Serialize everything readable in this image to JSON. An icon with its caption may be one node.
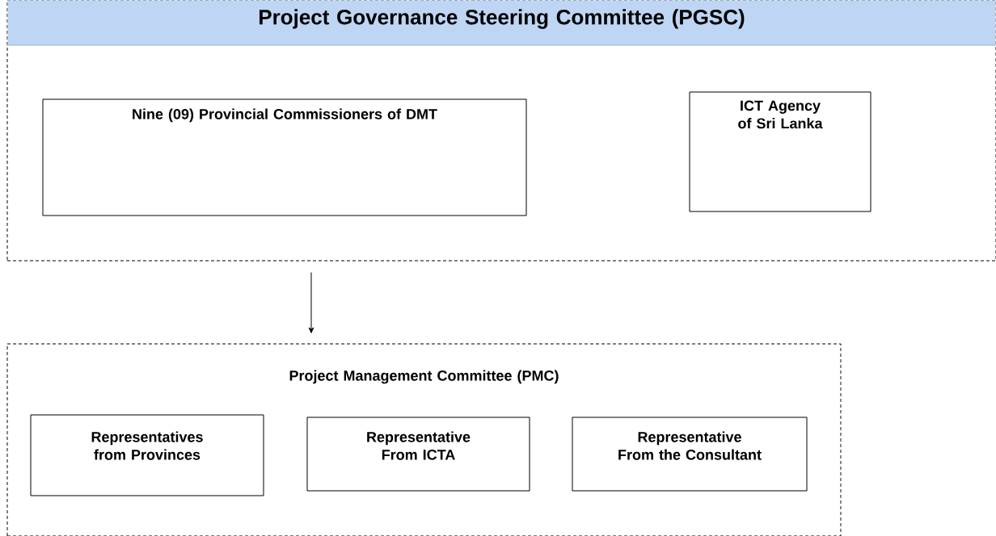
{
  "diagram": {
    "nodes": [
      {
        "text": [
          "Project Governance Steering Committee (PGSC)"
        ]
      },
      {
        "text": [
          "Nine (09) Provincial Commissioners of DMT"
        ],
        "in": 0
      },
      {
        "text": [
          "ICT Agency of Sri Lanka"
        ],
        "in": 0
      },
      {
        "text": [
          "Project Management Committee (PMC)"
        ]
      },
      {
        "text": [
          "Representatives from Provinces"
        ],
        "in": 3
      },
      {
        "text": [
          "Representative From ICTA"
        ],
        "in": 3
      },
      {
        "text": [
          "Representative From the Consultant"
        ],
        "in": 3
      }
    ],
    "edges": [
      {
        "from": 0,
        "to": 3,
        "arrow": "to"
      }
    ]
  }
}
